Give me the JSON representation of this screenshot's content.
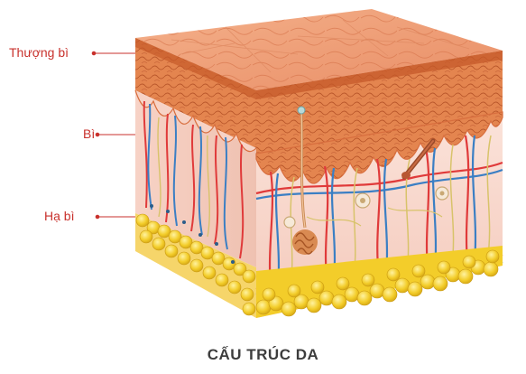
{
  "colors": {
    "label_red": "#c8312c",
    "caption_color": "#3d3d3d",
    "epidermis_top": "#f0a07c",
    "epidermis_layer": "#e0723e",
    "dermis": "#f8d9cf",
    "fat": "#f3cd2a",
    "artery": "#e03a3a",
    "vein": "#3b7fc4",
    "nerve": "#d8c36a"
  },
  "labels": {
    "epidermis": "Thượng bì",
    "dermis": "Bì",
    "hypodermis": "Hạ bì"
  },
  "caption": "CẤU TRÚC DA"
}
